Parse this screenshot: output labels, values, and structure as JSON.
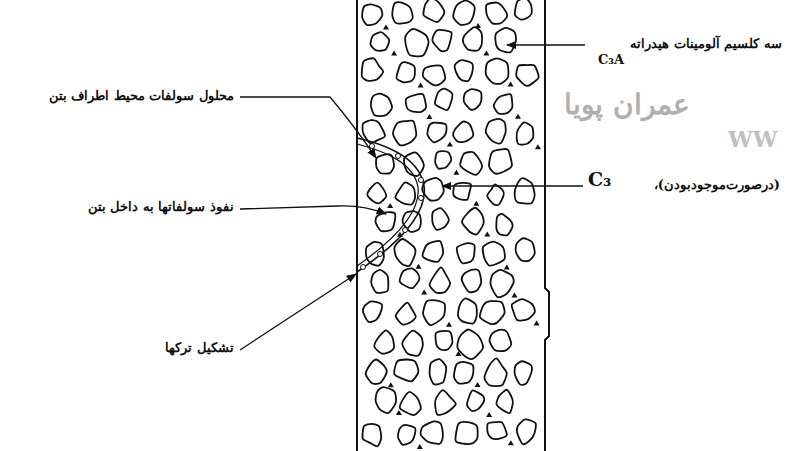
{
  "diagram": {
    "labels": [
      "سه کلسیم آلومینات هیدراته",
      "C₃A",
      "عمران پویا",
      "C₃",
      "(درصورت‌موجودبودن)،",
      "WW",
      "محلول سولفات محیط اطراف بتن",
      "نفوذ سولفاتها به داخل بتن",
      "تشکیل ترکها"
    ]
  }
}
